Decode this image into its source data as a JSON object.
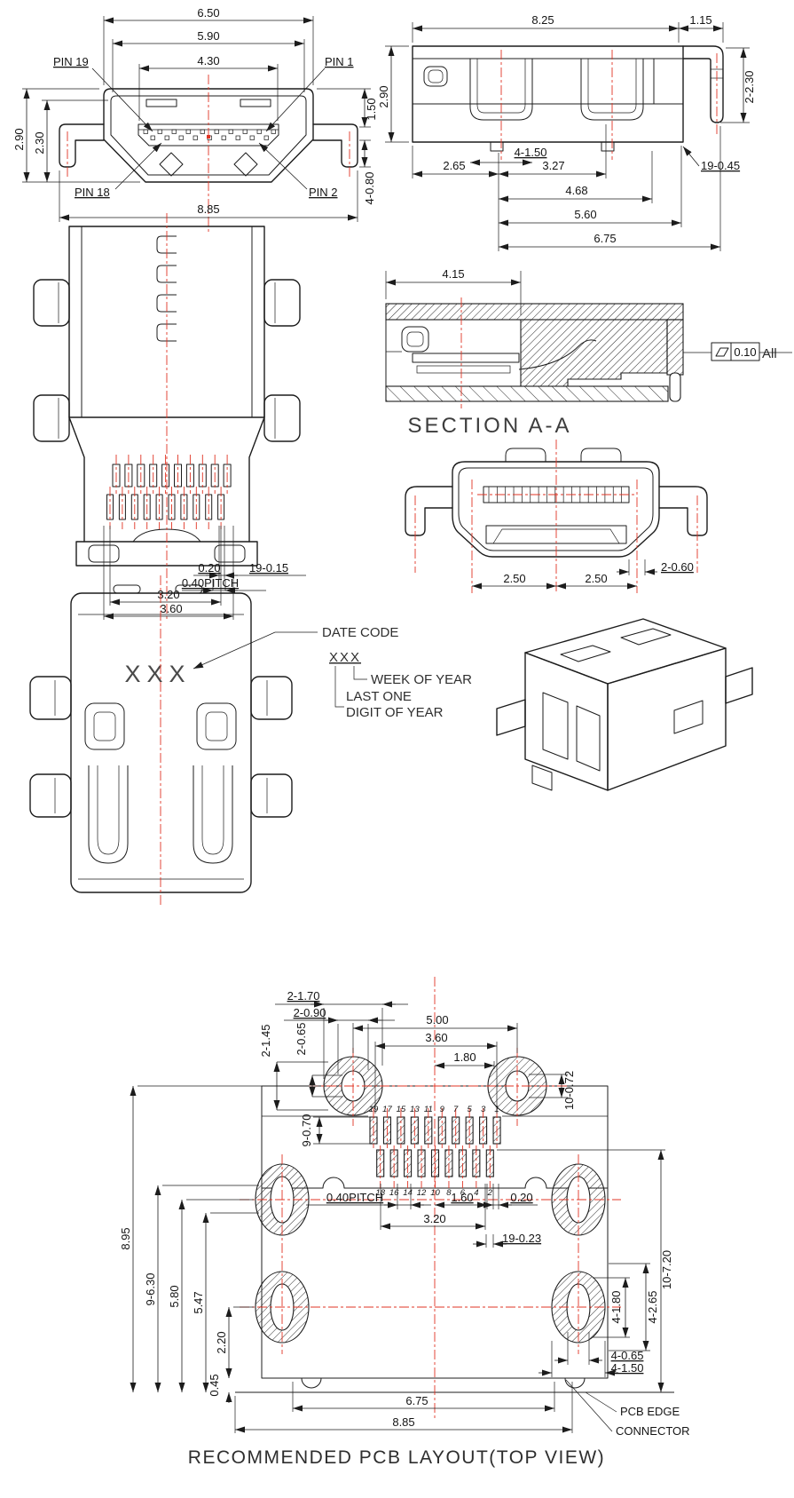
{
  "front_view": {
    "d_650": "6.50",
    "d_590": "5.90",
    "d_430": "4.30",
    "d_290": "2.90",
    "d_230": "2.30",
    "d_150": "1.50",
    "d_4_080": "4-0.80",
    "d_885": "8.85",
    "pin19": "PIN 19",
    "pin1": "PIN 1",
    "pin18": "PIN 18",
    "pin2": "PIN 2"
  },
  "side_view": {
    "d_825": "8.25",
    "d_115": "1.15",
    "d_290": "2.90",
    "d_2_230": "2-2.30",
    "d_19_045": "19-0.45",
    "d_4_150": "4-1.50",
    "d_265": "2.65",
    "d_327": "3.27",
    "d_468": "4.68",
    "d_560": "5.60",
    "d_675": "6.75"
  },
  "bottom_view": {
    "d_020": "0.20",
    "d_19_015": "19-0.15",
    "pitch": "0.40PITCH",
    "d_320": "3.20",
    "d_360": "3.60"
  },
  "section_view": {
    "label": "SECTION A-A",
    "d_415": "4.15",
    "flatness_value": "0.10",
    "flatness_scope": "All"
  },
  "rear_view": {
    "d_250_left": "2.50",
    "d_250_right": "2.50",
    "d_2_060": "2-0.60"
  },
  "date_code": {
    "title": "DATE CODE",
    "code": "XXX",
    "week": "WEEK OF YEAR",
    "last_line1": "LAST ONE",
    "last_line2": "DIGIT OF YEAR"
  },
  "marking_view": {
    "code": "XXX"
  },
  "pcb_layout": {
    "title": "RECOMMENDED PCB LAYOUT(TOP VIEW)",
    "pcb_edge_label": "PCB EDGE",
    "connector_label": "CONNECTOR",
    "d_2_170": "2-1.70",
    "d_2_090": "2-0.90",
    "d_2_145": "2-1.45",
    "d_2_065": "2-0.65",
    "d_500": "5.00",
    "d_360": "3.60",
    "d_180": "1.80",
    "d_10_072": "10-0.72",
    "d_9_070": "9-0.70",
    "pitch": "0.40PITCH",
    "d_160": "1.60",
    "d_020": "0.20",
    "d_320": "3.20",
    "d_19_023": "19-0.23",
    "d_895": "8.95",
    "d_9_630": "9-6.30",
    "d_580": "5.80",
    "d_547": "5.47",
    "d_220": "2.20",
    "d_045": "0.45",
    "d_10_720": "10-7.20",
    "d_4_180": "4-1.80",
    "d_4_265": "4-2.65",
    "d_4_065": "4-0.65",
    "d_4_150": "4-1.50",
    "d_675": "6.75",
    "d_885": "8.85",
    "pins_top": [
      "19",
      "17",
      "15",
      "13",
      "11",
      "9",
      "7",
      "5",
      "3",
      "1"
    ],
    "pins_bottom": [
      "18",
      "16",
      "14",
      "12",
      "10",
      "8",
      "6",
      "4",
      "2"
    ]
  },
  "colors": {
    "line": "#1c1c1c",
    "centerline": "#e03424",
    "background": "#ffffff"
  }
}
